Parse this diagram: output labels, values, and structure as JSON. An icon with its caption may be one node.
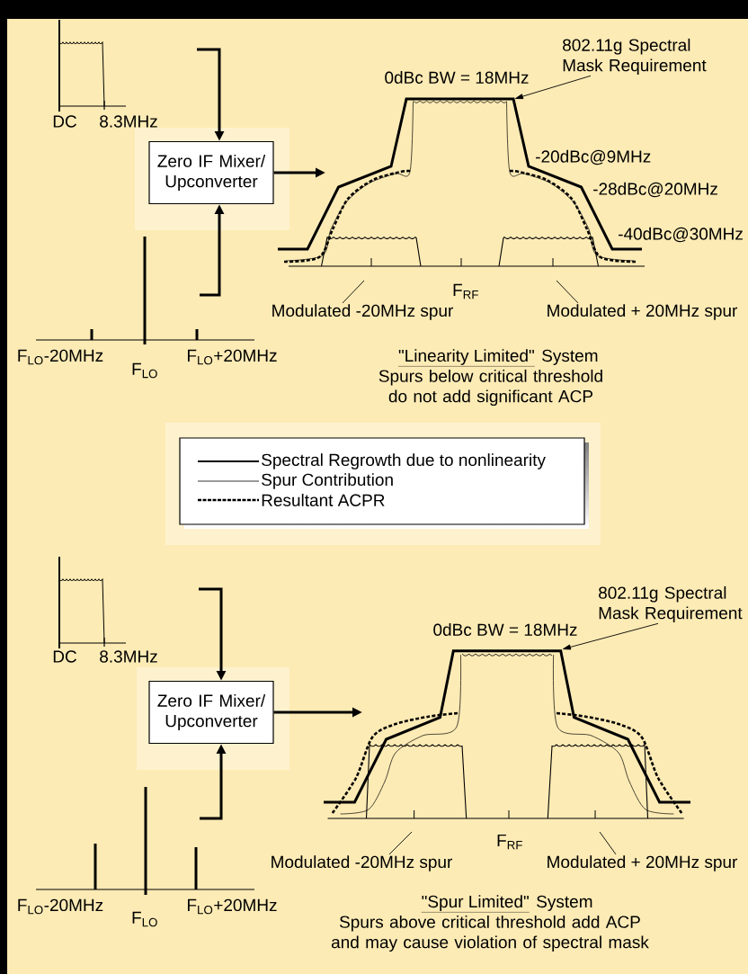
{
  "diagram": {
    "nodes": [
      {
        "text": [
          "Zero IF Mixer/ Upconverter"
        ]
      },
      {
        "text": [
          "802.11g Spectral Mask Requirement"
        ]
      },
      {
        "text": [
          "Modulated -20MHz spur"
        ]
      },
      {
        "text": [
          "Modulated + 20MHz spur"
        ]
      },
      {
        "text": [
          "Zero IF Mixer/ Upconverter"
        ]
      },
      {
        "text": [
          "802.11g Spectral Mask Requirement"
        ]
      },
      {
        "text": [
          "Modulated -20MHz spur"
        ]
      },
      {
        "text": [
          "Modulated + 20MHz spur"
        ]
      },
      {
        "text": [],
        "shape": "picture"
      },
      {
        "text": [],
        "shape": "picture"
      }
    ],
    "edges": [
      {
        "from": null,
        "to": 0,
        "arrow": "to",
        "style": "thick"
      },
      {
        "from": null,
        "to": 0,
        "arrow": "to",
        "style": "thick"
      },
      {
        "from": 0,
        "to": 8,
        "arrow": "to",
        "style": "thick"
      },
      {
        "from": 1,
        "to": 8,
        "arrow": "to"
      },
      {
        "from": 2,
        "to": null,
        "arrow": "none"
      },
      {
        "from": 3,
        "to": null,
        "arrow": "none"
      },
      {
        "from": null,
        "to": 4,
        "arrow": "to",
        "style": "thick"
      },
      {
        "from": null,
        "to": 4,
        "arrow": "to",
        "style": "thick"
      },
      {
        "from": 4,
        "to": 9,
        "arrow": "to",
        "style": "thick"
      },
      {
        "from": 5,
        "to": 9,
        "arrow": "to"
      },
      {
        "from": 6,
        "to": null,
        "arrow": "none"
      },
      {
        "from": 7,
        "to": null,
        "arrow": "none"
      }
    ],
    "labels": [
      "DC",
      "8.3MHz",
      "0dBc BW = 18MHz",
      "-20dBc@9MHz",
      "-28dBc@20MHz",
      "-40dBc@30MHz",
      "F$_{RF}$",
      "F$_{LO}$-20MHz",
      "F$_{LO}$+20MHz",
      "F$_{LO}$",
      "\"Linearity Limited\"",
      "System",
      "Spurs below critical threshold do not add significant ACP",
      "DC",
      "8.3MHz",
      "0dBc BW = 18MHz",
      "F$_{RF}$",
      "F$_{LO}$-20MHz",
      "F$_{LO}$+20MHz",
      "F$_{LO}$",
      "\"Spur Limited\"",
      "System",
      "Spurs above critical threshold add ACP and may cause violation of spectral mask"
    ],
    "legend": [
      {
        "text": "Spectral Regrowth due to nonlinearity"
      },
      {
        "text": "Spur Contribution"
      },
      {
        "text": "Resultant ACPR"
      }
    ]
  }
}
